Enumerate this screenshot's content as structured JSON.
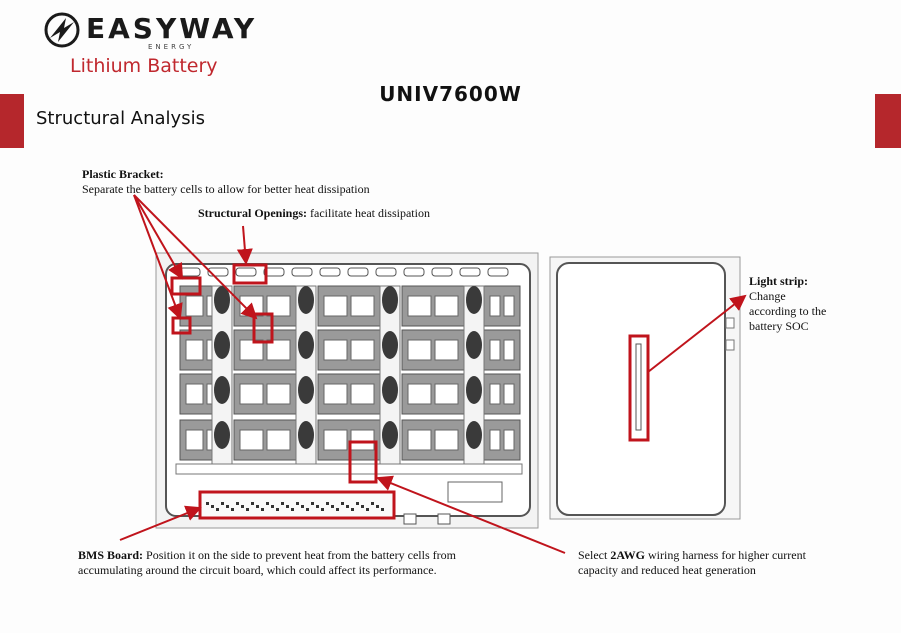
{
  "header": {
    "brand": "EASYWAY",
    "brand_sub": "ENERGY",
    "tagline": "Lithium Battery",
    "model": "UNIV7600W",
    "section": "Structural Analysis"
  },
  "annotations": {
    "plastic_bracket": {
      "label": "Plastic Bracket:",
      "text": "Separate the battery cells to allow for better heat dissipation"
    },
    "structural_openings": {
      "label": "Structural Openings:",
      "text": " facilitate heat dissipation"
    },
    "light_strip": {
      "label": "Light strip:",
      "line1": "Change",
      "line2": "according to the",
      "line3": "battery SOC"
    },
    "bms_board": {
      "label": "BMS Board:",
      "text": " Position it on the side to prevent heat from the battery cells from",
      "text2": "accumulating around the circuit board, which could affect its performance."
    },
    "wiring": {
      "pre": "Select ",
      "bold": "2AWG",
      "post": " wiring harness for higher current",
      "line2": "capacity and reduced heat generation"
    }
  },
  "colors": {
    "accent": "#b5272c",
    "highlight": "#c0141c",
    "text": "#111111"
  }
}
